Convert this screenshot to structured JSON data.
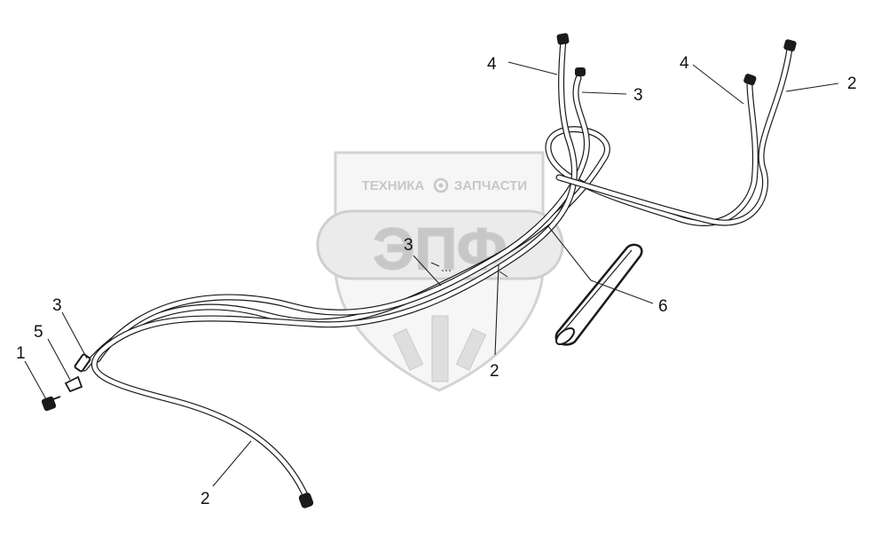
{
  "watermark": {
    "top_text_left": "ТЕХНИКА",
    "top_text_right": "ЗАПЧАСТИ",
    "logo_letters": "ЭПФ",
    "gear_icon": "gear-icon",
    "color": "#b3b3b3"
  },
  "callouts": [
    {
      "id": "c1",
      "label": "1"
    },
    {
      "id": "c5",
      "label": "5"
    },
    {
      "id": "c3a",
      "label": "3"
    },
    {
      "id": "c2a",
      "label": "2"
    },
    {
      "id": "c3b",
      "label": "3"
    },
    {
      "id": "c2b",
      "label": "2"
    },
    {
      "id": "c6",
      "label": "6"
    },
    {
      "id": "c4a",
      "label": "4"
    },
    {
      "id": "c3c",
      "label": "3"
    },
    {
      "id": "c4b",
      "label": "4"
    },
    {
      "id": "c2c",
      "label": "2"
    }
  ],
  "colors": {
    "line": "#1a1a1a",
    "background": "#ffffff"
  }
}
